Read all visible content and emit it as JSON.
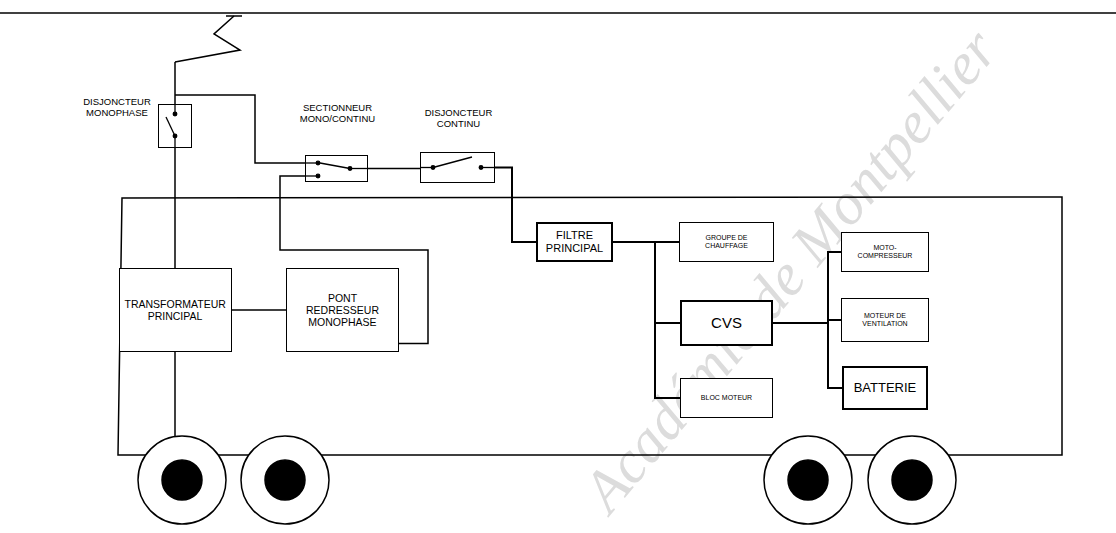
{
  "diagram": {
    "nodes": [
      {
        "text": [
          "DISJONCTEUR MONOPHASE"
        ]
      },
      {
        "text": [
          "SECTIONNEUR MONO/CONTINU"
        ]
      },
      {
        "text": [
          "DISJONCTEUR CONTINU"
        ]
      },
      {
        "text": [
          "TRANSFORMATEUR PRINCIPAL"
        ]
      },
      {
        "text": [
          "PONT REDRESSEUR MONOPHASE"
        ]
      },
      {
        "text": [
          "FILTRE PRINCIPAL"
        ]
      },
      {
        "text": [
          "GROUPE DE CHAUFFAGE"
        ]
      },
      {
        "text": [
          "CVS"
        ]
      },
      {
        "text": [
          "BLOC MOTEUR"
        ]
      },
      {
        "text": [
          "MOTO-COMPRESSEUR"
        ]
      },
      {
        "text": [
          "MOTEUR DE VENTILATION"
        ]
      },
      {
        "text": [
          "BATTERIE"
        ]
      }
    ],
    "edges": [
      {
        "from": 0,
        "to": 3,
        "arrow": "none"
      },
      {
        "from": 1,
        "to": 2,
        "arrow": "none"
      },
      {
        "from": 4,
        "to": 1,
        "arrow": "none"
      },
      {
        "from": 3,
        "to": 4,
        "arrow": "none"
      },
      {
        "from": 2,
        "to": 5,
        "arrow": "none"
      },
      {
        "from": 5,
        "to": 6,
        "arrow": "none"
      },
      {
        "from": 5,
        "to": 7,
        "arrow": "none"
      },
      {
        "from": 5,
        "to": 8,
        "arrow": "none"
      },
      {
        "from": 7,
        "to": 9,
        "arrow": "none"
      },
      {
        "from": 7,
        "to": 10,
        "arrow": "none"
      },
      {
        "from": 7,
        "to": 11,
        "arrow": "none"
      }
    ],
    "labels": [
      "Académie de Montpellier"
    ]
  }
}
